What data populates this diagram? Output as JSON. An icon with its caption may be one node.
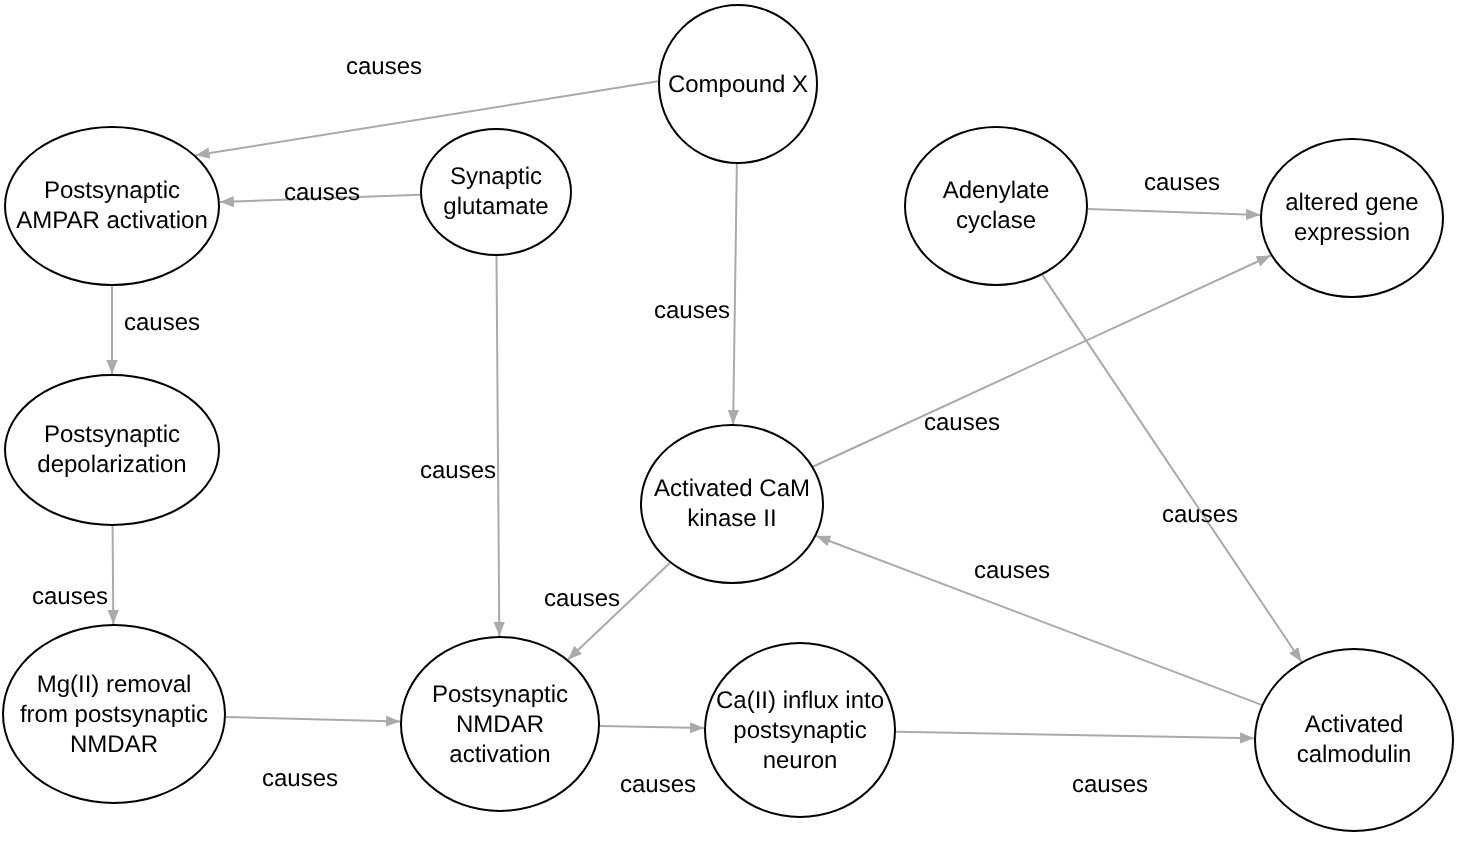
{
  "diagram": {
    "nodes": [
      {
        "text": [
          "Compound X"
        ]
      },
      {
        "text": [
          "Postsynaptic AMPAR activation"
        ]
      },
      {
        "text": [
          "Synaptic glutamate"
        ]
      },
      {
        "text": [
          "Adenylate cyclase"
        ]
      },
      {
        "text": [
          "altered gene expression"
        ]
      },
      {
        "text": [
          "Postsynaptic depolarization"
        ]
      },
      {
        "text": [
          "Activated CaM kinase II"
        ]
      },
      {
        "text": [
          "Mg(II) removal from postsynaptic NMDAR"
        ]
      },
      {
        "text": [
          "Postsynaptic NMDAR activation"
        ]
      },
      {
        "text": [
          "Ca(II) influx into postsynaptic neuron"
        ]
      },
      {
        "text": [
          "Activated calmodulin"
        ]
      }
    ],
    "edges": [
      {
        "from": 0,
        "to": 1,
        "arrow": "to",
        "label": "causes"
      },
      {
        "from": 2,
        "to": 1,
        "arrow": "to",
        "label": "causes"
      },
      {
        "from": 3,
        "to": 4,
        "arrow": "to",
        "label": "causes"
      },
      {
        "from": 1,
        "to": 5,
        "arrow": "to",
        "label": "causes"
      },
      {
        "from": 0,
        "to": 6,
        "arrow": "to",
        "label": "causes"
      },
      {
        "from": 2,
        "to": 8,
        "arrow": "to",
        "label": "causes"
      },
      {
        "from": 6,
        "to": 4,
        "arrow": "to",
        "label": "causes"
      },
      {
        "from": 3,
        "to": 10,
        "arrow": "to",
        "label": "causes"
      },
      {
        "from": 10,
        "to": 6,
        "arrow": "to",
        "label": "causes"
      },
      {
        "from": 6,
        "to": 8,
        "arrow": "to",
        "label": "causes"
      },
      {
        "from": 5,
        "to": 7,
        "arrow": "to",
        "label": "causes"
      },
      {
        "from": 7,
        "to": 8,
        "arrow": "to",
        "label": "causes"
      },
      {
        "from": 8,
        "to": 9,
        "arrow": "to",
        "label": "causes"
      },
      {
        "from": 9,
        "to": 10,
        "arrow": "to",
        "label": "causes"
      }
    ]
  }
}
